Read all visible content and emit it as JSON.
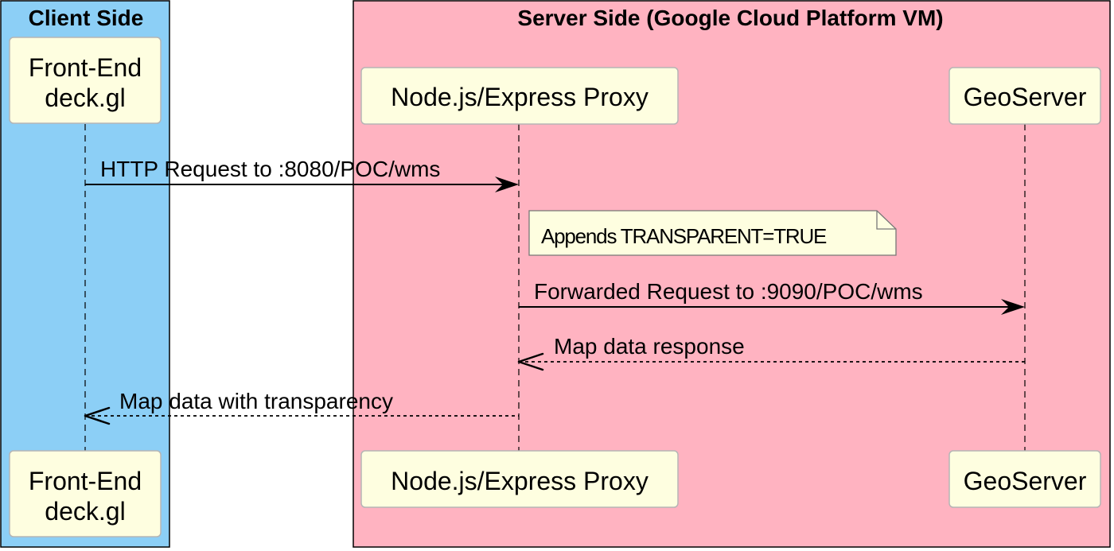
{
  "boxes": {
    "client": {
      "title": "Client Side",
      "color": "#8ccff6"
    },
    "server": {
      "title": "Server Side (Google Cloud Platform VM)",
      "color": "#ffb3c1"
    }
  },
  "participants": {
    "frontend": {
      "line1": "Front-End",
      "line2": "deck.gl"
    },
    "proxy": {
      "label": "Node.js/Express Proxy"
    },
    "geoserver": {
      "label": "GeoServer"
    }
  },
  "participant_style": {
    "fill": "#fefee0",
    "stroke": "#b5b5b5"
  },
  "messages": [
    {
      "label": "HTTP Request to :8080/POC/wms",
      "from": "frontend",
      "to": "proxy",
      "style": "solid"
    },
    {
      "label": "Forwarded Request to :9090/POC/wms",
      "from": "proxy",
      "to": "geoserver",
      "style": "solid"
    },
    {
      "label": "Map data response",
      "from": "geoserver",
      "to": "proxy",
      "style": "dashed"
    },
    {
      "label": "Map data with transparency",
      "from": "proxy",
      "to": "frontend",
      "style": "dashed"
    }
  ],
  "note": {
    "text": "Appends TRANSPARENT=TRUE",
    "attached_to": "proxy"
  }
}
